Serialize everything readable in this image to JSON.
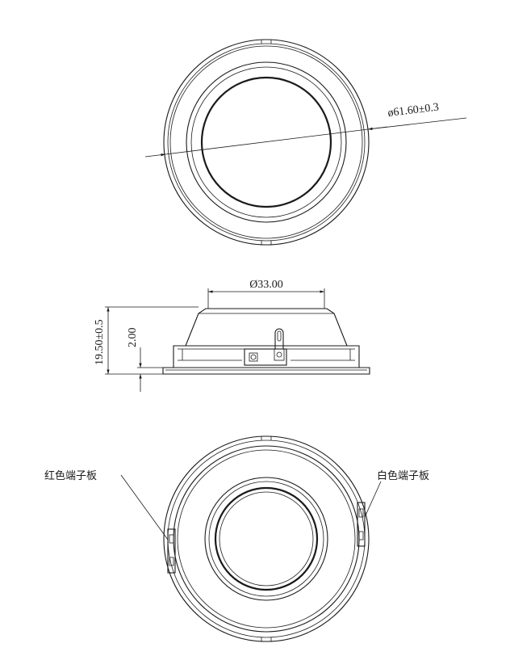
{
  "views": {
    "top": {
      "diameter_label": "ø61.60±0.3"
    },
    "side": {
      "top_diameter_label": "Ø33.00",
      "total_height_label": "19.50±0.5",
      "flange_height_label": "2.00"
    },
    "bottom": {
      "left_callout": "红色端子板",
      "right_callout": "白色端子板"
    }
  }
}
